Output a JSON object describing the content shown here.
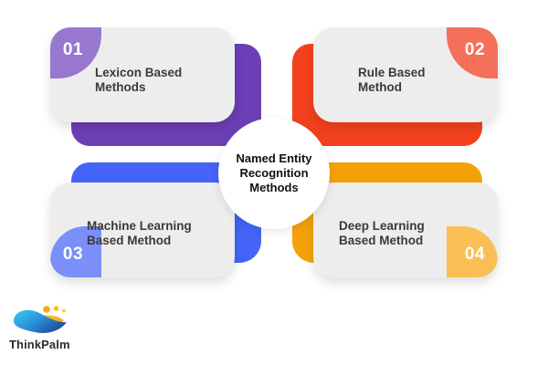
{
  "diagram": {
    "center": {
      "label": "Named Entity\nRecognition\nMethods",
      "shape": "circle",
      "background": "#ffffff",
      "text_color": "#111113"
    },
    "nodes": [
      {
        "number": "01",
        "title": "Lexicon Based\nMethods",
        "plate_color": "#6b3fb5",
        "badge_color": "#9878ce",
        "card_color": "#eeeded",
        "position": "top-left",
        "badge_corner": "top-left"
      },
      {
        "number": "02",
        "title": "Rule Based\nMethod",
        "plate_color": "#f4411d",
        "badge_color": "#f4705a",
        "card_color": "#eeeded",
        "position": "top-right",
        "badge_corner": "top-right"
      },
      {
        "number": "03",
        "title": "Machine Learning\nBased Method",
        "plate_color": "#4364f7",
        "badge_color": "#7b8ff9",
        "card_color": "#eeeded",
        "position": "bottom-left",
        "badge_corner": "bottom-left"
      },
      {
        "number": "04",
        "title": "Deep Learning\nBased Method",
        "plate_color": "#f5a20a",
        "badge_color": "#f9bf55",
        "card_color": "#eeeded",
        "position": "bottom-right",
        "badge_corner": "bottom-right"
      }
    ]
  },
  "logo": {
    "wordmark": "ThinkPalm",
    "mark_colors": {
      "wave_light": "#29abe2",
      "wave_dark": "#1b3a8c",
      "accent_orange": "#f7931e",
      "accent_yellow": "#ffc20e"
    }
  },
  "canvas": {
    "background": "#ffffff",
    "width": "600",
    "height": "400"
  }
}
